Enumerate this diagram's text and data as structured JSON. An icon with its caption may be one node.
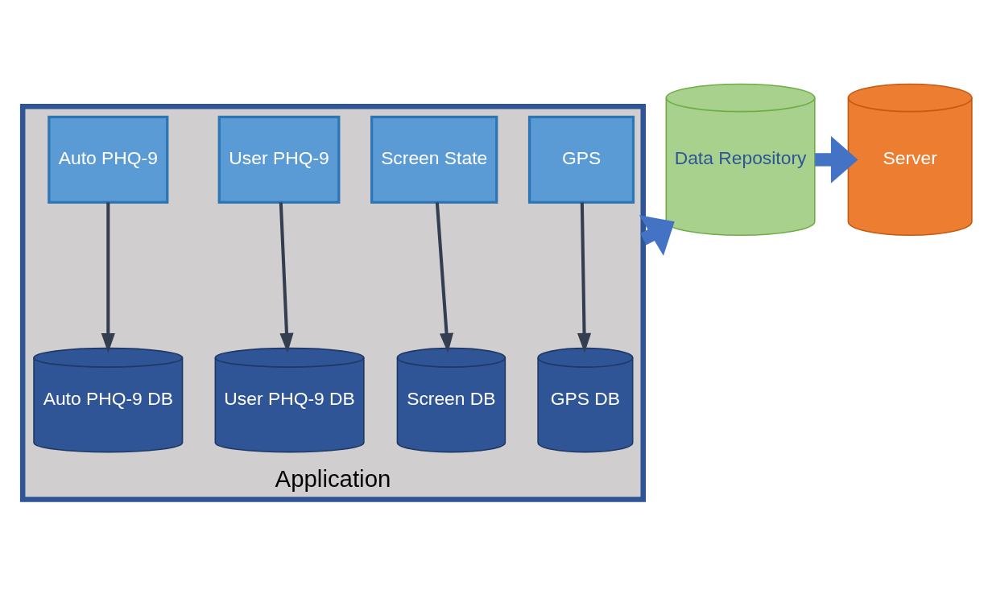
{
  "diagram": {
    "nodes": [
      {
        "text": [
          "Application"
        ]
      },
      {
        "text": [
          "GPS"
        ],
        "in": 0
      },
      {
        "text": [
          "Screen State"
        ],
        "in": 0
      },
      {
        "text": [
          "User PHQ-9"
        ],
        "in": 0
      },
      {
        "text": [
          "Auto PHQ-9"
        ],
        "in": 0
      },
      {
        "text": [
          "GPS DB"
        ],
        "in": 0
      },
      {
        "text": [
          "Screen DB"
        ],
        "in": 0
      },
      {
        "text": [
          "User PHQ-9 DB"
        ],
        "in": 0
      },
      {
        "text": [
          "Auto PHQ-9 DB"
        ],
        "in": 0
      },
      {
        "text": [
          "Data Repository"
        ]
      },
      {
        "text": [
          "Server"
        ]
      }
    ],
    "edges": [
      {
        "from": 1,
        "to": 5,
        "arrow": "to"
      },
      {
        "from": 2,
        "to": 6,
        "arrow": "to"
      },
      {
        "from": 3,
        "to": 7,
        "arrow": "to"
      },
      {
        "from": 4,
        "to": 8,
        "arrow": "to"
      },
      {
        "from": 0,
        "to": 9,
        "arrow": "to",
        "style": "thick",
        "color": "#4472c4"
      },
      {
        "from": 9,
        "to": 10,
        "arrow": "to",
        "style": "thick",
        "color": "#4472c4"
      }
    ]
  }
}
